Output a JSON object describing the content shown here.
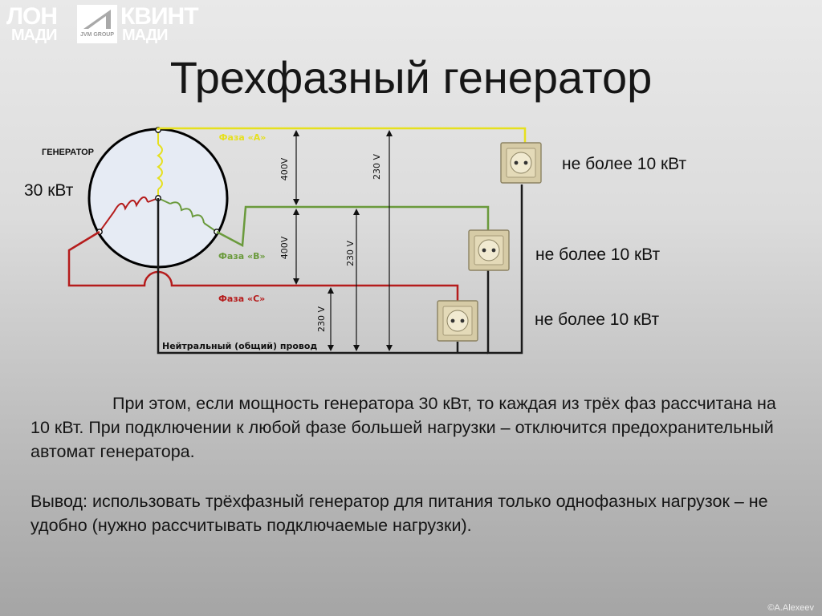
{
  "logo": {
    "left_top": "ЛОН",
    "left_bottom": "МАДИ",
    "right_top": "КВИНТ",
    "right_bottom": "МАДИ",
    "emblem": "JVM GROUP"
  },
  "title": "Трехфазный генератор",
  "diagram": {
    "generator_label": "ГЕНЕРАТОР",
    "generator_power": "30 кВт",
    "phase_a": "Фаза «А»",
    "phase_b": "Фаза «В»",
    "phase_c": "Фаза «С»",
    "neutral": "Нейтральный (общий) провод",
    "v_ab": "400V",
    "v_bc": "400V",
    "v_an": "230 V",
    "v_bn": "230 V",
    "v_cn": "230 V",
    "load_a": "не более 10 кВт",
    "load_b": "не более 10 кВт",
    "load_c": "не более 10 кВт"
  },
  "colors": {
    "phase_a": "#e6e01e",
    "phase_b": "#6a9a3c",
    "phase_c": "#b51c1c",
    "neutral": "#1a1a1a"
  },
  "paragraphs": [
    "При этом, если мощность генератора 30 кВт, то каждая из трёх фаз рассчитана на 10 кВт. При подключении к любой фазе большей нагрузки – отключится предохранительный автомат генератора.",
    "Вывод: использовать трёхфазный генератор для питания только однофазных нагрузок – не удобно (нужно рассчитывать подключаемые нагрузки)."
  ],
  "credit": "©A.Alexeev"
}
